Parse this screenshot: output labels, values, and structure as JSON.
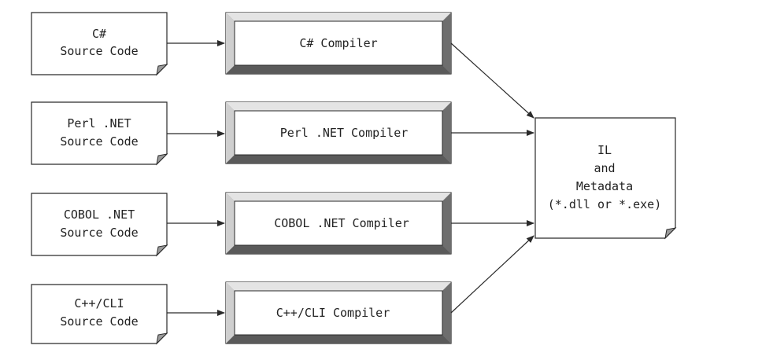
{
  "sources": [
    {
      "line1": "C#",
      "line2": "Source Code"
    },
    {
      "line1": "Perl .NET",
      "line2": "Source Code"
    },
    {
      "line1": "COBOL .NET",
      "line2": "Source Code"
    },
    {
      "line1": "C++/CLI",
      "line2": "Source Code"
    }
  ],
  "compilers": [
    {
      "label": "C# Compiler"
    },
    {
      "label": "Perl .NET Compiler"
    },
    {
      "label": "COBOL .NET Compiler"
    },
    {
      "label": "C++/CLI Compiler"
    }
  ],
  "output": {
    "line1": "IL",
    "line2": "and",
    "line3": "Metadata",
    "line4": "(*.dll or *.exe)"
  },
  "colors": {
    "stroke": "#2a2a2a",
    "bevel_light": "#e4e4e4",
    "bevel_dark": "#6e6e6e",
    "bevel_mid": "#a8a8a8"
  }
}
